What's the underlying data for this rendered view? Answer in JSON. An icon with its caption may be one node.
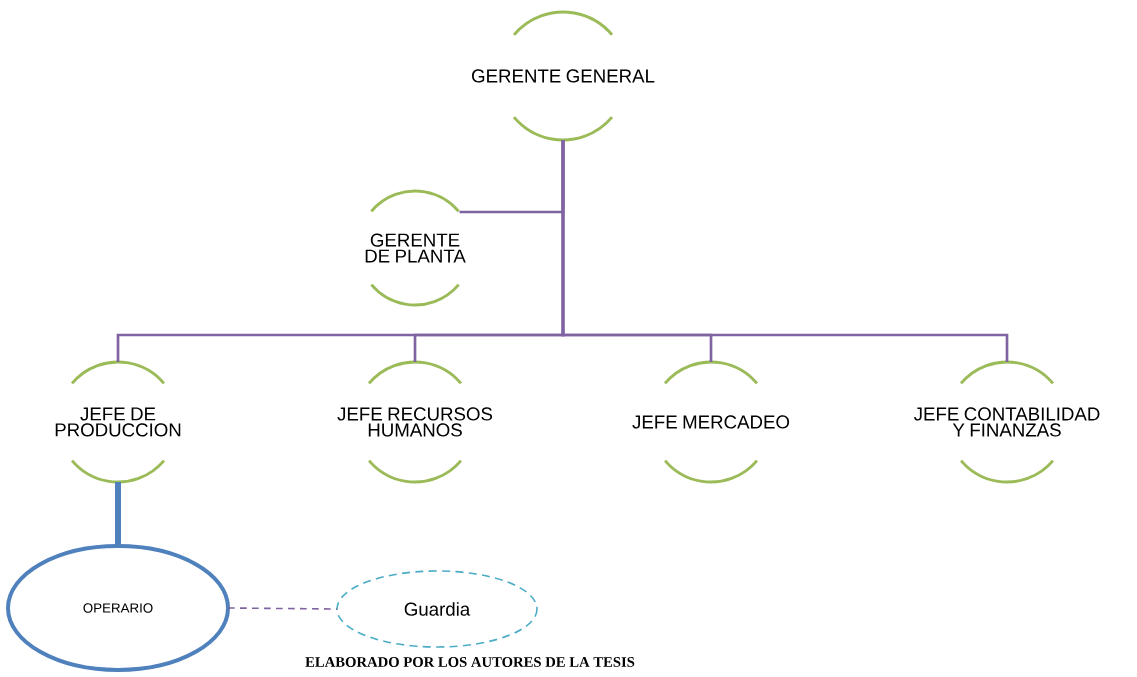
{
  "diagram": {
    "caption": "ELABORADO POR LOS AUTORES DE LA TESIS",
    "nodes": [
      {
        "text": [
          "GERENTE GENERAL"
        ]
      },
      {
        "text": [
          "GERENTE DE PLANTA"
        ]
      },
      {
        "text": [
          "JEFE DE PRODUCCION"
        ]
      },
      {
        "text": [
          "JEFE RECURSOS HUMANOS"
        ]
      },
      {
        "text": [
          "JEFE MERCADEO"
        ]
      },
      {
        "text": [
          "JEFE CONTABILIDAD Y FINANZAS"
        ]
      },
      {
        "text": [
          "OPERARIO"
        ]
      },
      {
        "text": [
          "Guardia"
        ]
      }
    ],
    "edges": [
      {
        "from": 0,
        "to": 1,
        "arrow": "none"
      },
      {
        "from": 0,
        "to": 2,
        "arrow": "none"
      },
      {
        "from": 0,
        "to": 3,
        "arrow": "none"
      },
      {
        "from": 0,
        "to": 4,
        "arrow": "none"
      },
      {
        "from": 0,
        "to": 5,
        "arrow": "none"
      },
      {
        "from": 2,
        "to": 6,
        "arrow": "none",
        "style": "thick",
        "color": "#4f81bd"
      },
      {
        "from": 6,
        "to": 7,
        "arrow": "none",
        "style": "dashed"
      }
    ]
  }
}
